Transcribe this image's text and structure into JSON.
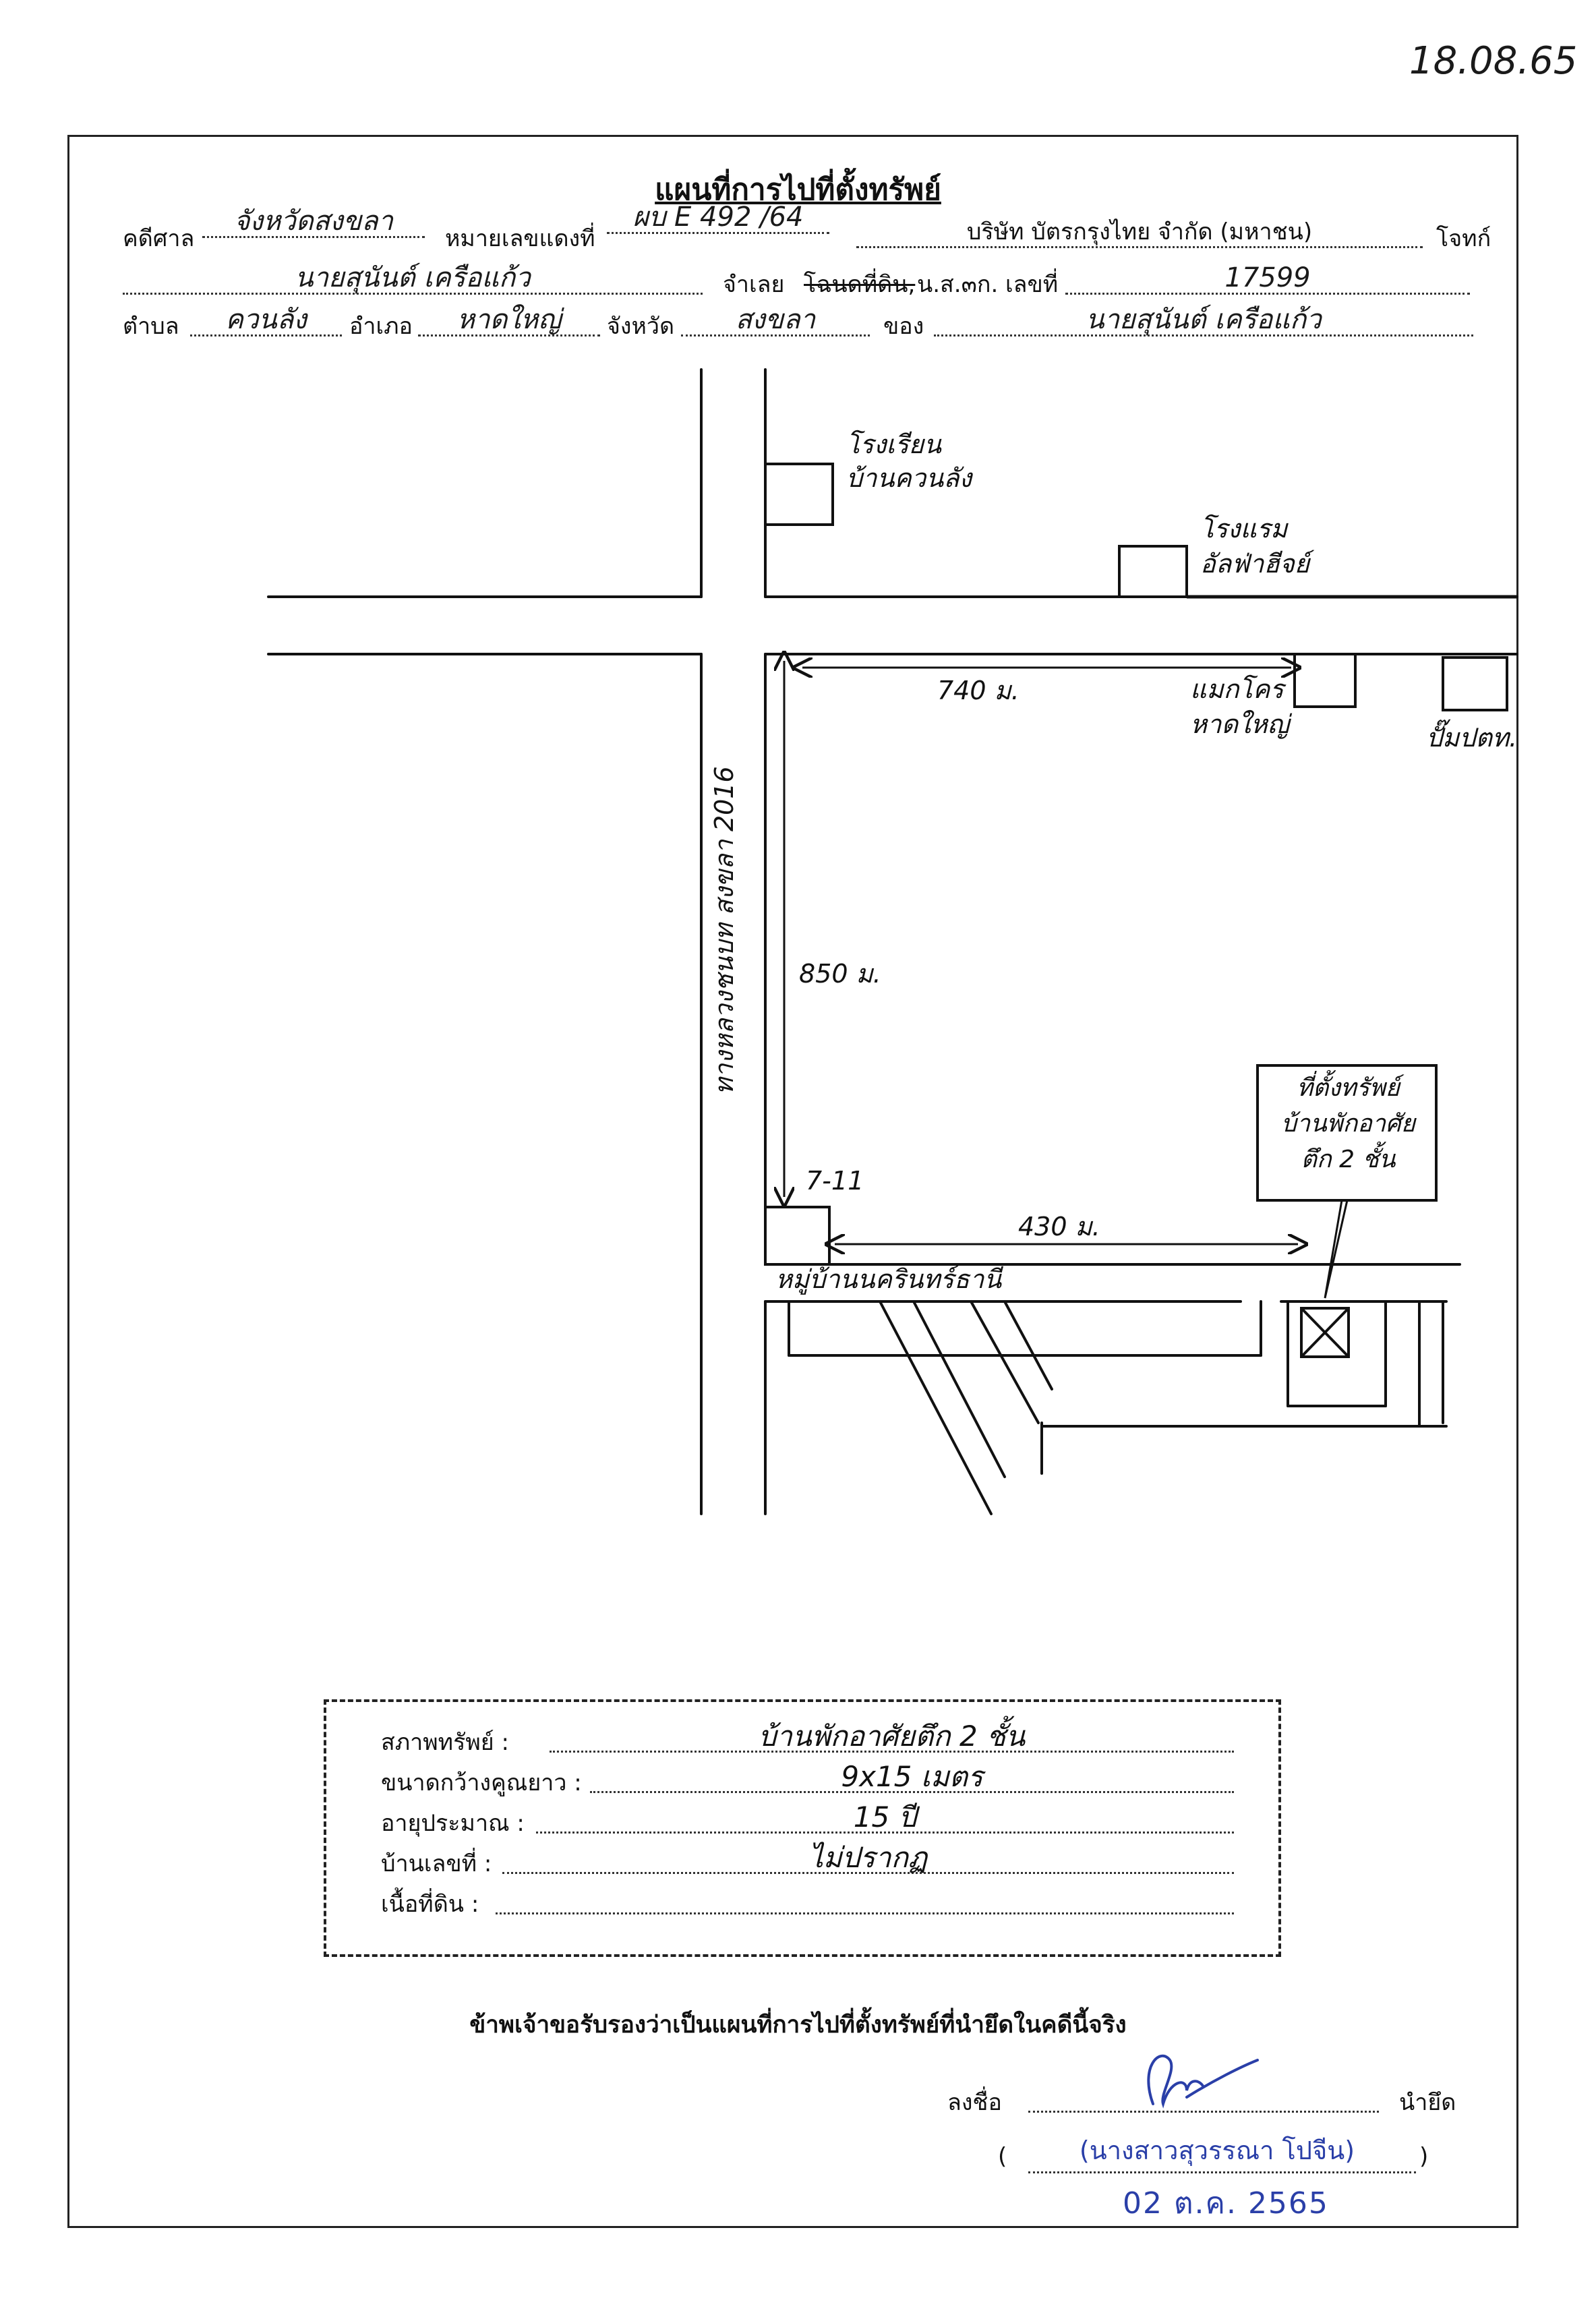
{
  "corner_date": "18.08.65",
  "title": "แผนที่การไปที่ตั้งทรัพย์",
  "header": {
    "court_label": "คดีศาล",
    "court_value": "จังหวัดสงขลา",
    "case_no_label": "หมายเลขแดงที่",
    "case_no_value": "ผบ E 492 /64",
    "plaintiff_value": "บริษัท บัตรกรุงไทย จำกัด (มหาชน)",
    "plaintiff_label": "โจทก์",
    "defendant_value": "นายสุนันต์ เครือแก้ว",
    "defendant_label": "จำเลย",
    "deed_struck": "โฉนดที่ดิน,",
    "deed_label": "น.ส.๓ก. เลขที่",
    "deed_no_value": "17599",
    "subdistrict_label": "ตำบล",
    "subdistrict_value": "ควนลัง",
    "district_label": "อำเภอ",
    "district_value": "หาดใหญ่",
    "province_label": "จังหวัด",
    "province_value": "สงขลา",
    "owner_label": "ของ",
    "owner_value": "นายสุนันต์ เครือแก้ว"
  },
  "map": {
    "school": [
      "โรงเรียน",
      "บ้านควนลัง"
    ],
    "hotel": [
      "โรงแรม",
      "อัลฟ่าฮีจย์"
    ],
    "dist_top": "740 ม.",
    "makro": [
      "แมกโคร",
      "หาดใหญ่"
    ],
    "gas": "ปั๊มปตท.",
    "highway": "ทางหลวงชนบท สงขลา 2016",
    "dist_vertical": "850 ม.",
    "target": [
      "ที่ตั้งทรัพย์",
      "บ้านพักอาศัย",
      "ตึก 2 ชั้น"
    ],
    "seven_eleven": "7-11",
    "dist_bottom": "430 ม.",
    "village": "หมู่บ้านนครินทร์ธานี"
  },
  "property": {
    "condition_label": "สภาพทรัพย์ :",
    "condition_value": "บ้านพักอาศัยตึก 2 ชั้น",
    "size_label": "ขนาดกว้างคูณยาว :",
    "size_value": "9x15 เมตร",
    "age_label": "อายุประมาณ :",
    "age_value": "15 ปี",
    "house_no_label": "บ้านเลขที่ :",
    "house_no_value": "ไม่ปรากฏ",
    "land_area_label": "เนื้อที่ดิน :",
    "land_area_value": ""
  },
  "certification": "ข้าพเจ้าขอรับรองว่าเป็นแผนที่การไปที่ตั้งทรัพย์ที่นำยึดในคดีนี้จริง",
  "signature": {
    "sign_label": "ลงชื่อ",
    "role": "นำยึด",
    "paren_open": "(",
    "name": "(นางสาวสุวรรณา โปจีน)",
    "paren_close": ")",
    "date_stamp": "02 ต.ค. 2565"
  }
}
